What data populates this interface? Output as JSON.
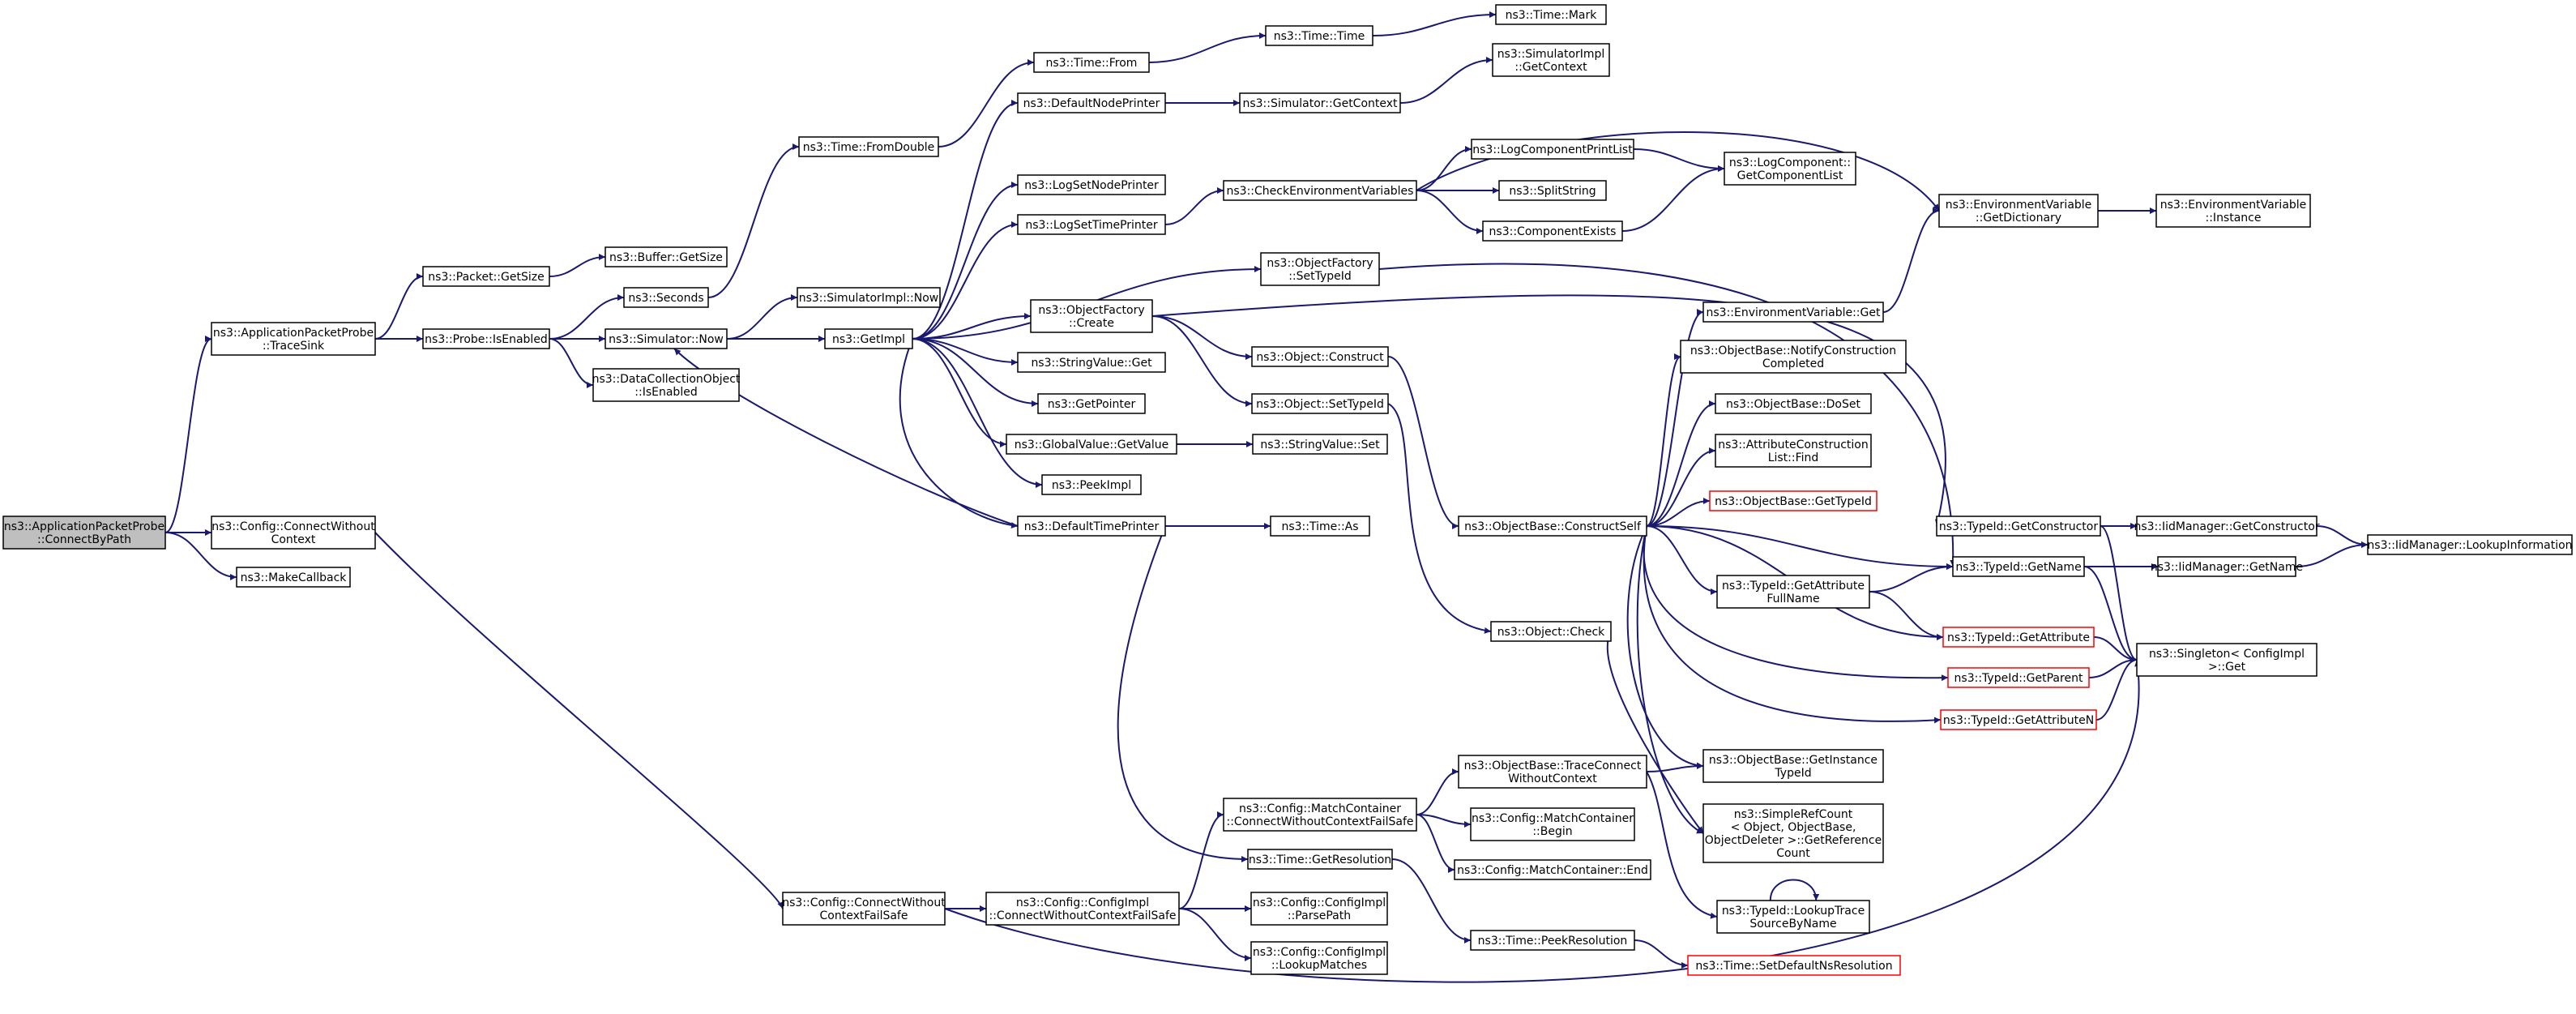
{
  "colors": {
    "edge": "#191970",
    "root_fill": "#bfbfbf",
    "truncated_border": "#ff0000"
  },
  "nodes": [
    {
      "id": "n0",
      "lines": [
        "ns3::ApplicationPacketProbe",
        "::ConnectByPath"
      ],
      "root": true
    },
    {
      "id": "n1",
      "lines": [
        "ns3::ApplicationPacketProbe",
        "::TraceSink"
      ]
    },
    {
      "id": "n2",
      "lines": [
        "ns3::Config::ConnectWithout",
        "Context"
      ]
    },
    {
      "id": "n3",
      "lines": [
        "ns3::MakeCallback"
      ]
    },
    {
      "id": "n4",
      "lines": [
        "ns3::Packet::GetSize"
      ]
    },
    {
      "id": "n5",
      "lines": [
        "ns3::Probe::IsEnabled"
      ]
    },
    {
      "id": "n6",
      "lines": [
        "ns3::Buffer::GetSize"
      ]
    },
    {
      "id": "n7",
      "lines": [
        "ns3::Seconds"
      ]
    },
    {
      "id": "n8",
      "lines": [
        "ns3::Simulator::Now"
      ]
    },
    {
      "id": "n9",
      "lines": [
        "ns3::DataCollectionObject",
        "::IsEnabled"
      ]
    },
    {
      "id": "n10",
      "lines": [
        "ns3::Time::FromDouble"
      ]
    },
    {
      "id": "n11",
      "lines": [
        "ns3::SimulatorImpl::Now"
      ]
    },
    {
      "id": "n12",
      "lines": [
        "ns3::GetImpl"
      ]
    },
    {
      "id": "n13",
      "lines": [
        "ns3::Time::From"
      ]
    },
    {
      "id": "n14",
      "lines": [
        "ns3::DefaultNodePrinter"
      ]
    },
    {
      "id": "n15",
      "lines": [
        "ns3::LogSetNodePrinter"
      ]
    },
    {
      "id": "n16",
      "lines": [
        "ns3::LogSetTimePrinter"
      ]
    },
    {
      "id": "n17",
      "lines": [
        "ns3::ObjectFactory",
        "::Create"
      ]
    },
    {
      "id": "n18",
      "lines": [
        "ns3::StringValue::Get"
      ]
    },
    {
      "id": "n19",
      "lines": [
        "ns3::GetPointer"
      ]
    },
    {
      "id": "n20",
      "lines": [
        "ns3::GlobalValue::GetValue"
      ]
    },
    {
      "id": "n21",
      "lines": [
        "ns3::PeekImpl"
      ]
    },
    {
      "id": "n22",
      "lines": [
        "ns3::DefaultTimePrinter"
      ]
    },
    {
      "id": "n23",
      "lines": [
        "ns3::Time::Time"
      ]
    },
    {
      "id": "n24",
      "lines": [
        "ns3::Time::Mark"
      ]
    },
    {
      "id": "n25",
      "lines": [
        "ns3::Simulator::GetContext"
      ]
    },
    {
      "id": "n26",
      "lines": [
        "ns3::SimulatorImpl",
        "::GetContext"
      ]
    },
    {
      "id": "n27",
      "lines": [
        "ns3::CheckEnvironmentVariables"
      ]
    },
    {
      "id": "n28",
      "lines": [
        "ns3::ObjectFactory",
        "::SetTypeId"
      ]
    },
    {
      "id": "n29",
      "lines": [
        "ns3::Object::Construct"
      ]
    },
    {
      "id": "n30",
      "lines": [
        "ns3::Object::SetTypeId"
      ]
    },
    {
      "id": "n31",
      "lines": [
        "ns3::StringValue::Set"
      ]
    },
    {
      "id": "n32",
      "lines": [
        "ns3::Time::As"
      ]
    },
    {
      "id": "n33",
      "lines": [
        "ns3::LogComponentPrintList"
      ]
    },
    {
      "id": "n34",
      "lines": [
        "ns3::SplitString"
      ]
    },
    {
      "id": "n35",
      "lines": [
        "ns3::ComponentExists"
      ]
    },
    {
      "id": "n36",
      "lines": [
        "ns3::LogComponent::",
        "GetComponentList"
      ]
    },
    {
      "id": "n37",
      "lines": [
        "ns3::EnvironmentVariable",
        "::GetDictionary"
      ]
    },
    {
      "id": "n38",
      "lines": [
        "ns3::EnvironmentVariable",
        "::Instance"
      ]
    },
    {
      "id": "n39",
      "lines": [
        "ns3::EnvironmentVariable::Get"
      ]
    },
    {
      "id": "n40",
      "lines": [
        "ns3::ObjectBase::NotifyConstruction",
        "Completed"
      ]
    },
    {
      "id": "n41",
      "lines": [
        "ns3::ObjectBase::DoSet"
      ]
    },
    {
      "id": "n42",
      "lines": [
        "ns3::AttributeConstruction",
        "List::Find"
      ]
    },
    {
      "id": "n43",
      "lines": [
        "ns3::ObjectBase::GetTypeId"
      ],
      "truncated": true
    },
    {
      "id": "n44",
      "lines": [
        "ns3::ObjectBase::ConstructSelf"
      ]
    },
    {
      "id": "n45",
      "lines": [
        "ns3::TypeId::GetConstructor"
      ]
    },
    {
      "id": "n46",
      "lines": [
        "ns3::IidManager::GetConstructor"
      ]
    },
    {
      "id": "n47",
      "lines": [
        "ns3::IidManager::LookupInformation"
      ]
    },
    {
      "id": "n48",
      "lines": [
        "ns3::TypeId::GetName"
      ]
    },
    {
      "id": "n49",
      "lines": [
        "ns3::IidManager::GetName"
      ]
    },
    {
      "id": "n50",
      "lines": [
        "ns3::TypeId::GetAttribute",
        "FullName"
      ]
    },
    {
      "id": "n51",
      "lines": [
        "ns3::TypeId::GetAttribute"
      ],
      "truncated": true
    },
    {
      "id": "n52",
      "lines": [
        "ns3::Singleton< ConfigImpl",
        ">::Get"
      ]
    },
    {
      "id": "n53",
      "lines": [
        "ns3::TypeId::GetParent"
      ],
      "truncated": true
    },
    {
      "id": "n54",
      "lines": [
        "ns3::TypeId::GetAttributeN"
      ],
      "truncated": true
    },
    {
      "id": "n55",
      "lines": [
        "ns3::Object::Check"
      ]
    },
    {
      "id": "n56",
      "lines": [
        "ns3::ObjectBase::GetInstance",
        "TypeId"
      ]
    },
    {
      "id": "n57",
      "lines": [
        "ns3::SimpleRefCount",
        "< Object, ObjectBase,",
        "ObjectDeleter >::GetReference",
        "Count"
      ]
    },
    {
      "id": "n58",
      "lines": [
        "ns3::ObjectBase::TraceConnect",
        "WithoutContext"
      ]
    },
    {
      "id": "n59",
      "lines": [
        "ns3::Config::MatchContainer",
        "::ConnectWithoutContextFailSafe"
      ]
    },
    {
      "id": "n60",
      "lines": [
        "ns3::Config::MatchContainer",
        "::Begin"
      ]
    },
    {
      "id": "n61",
      "lines": [
        "ns3::Config::MatchContainer::End"
      ]
    },
    {
      "id": "n62",
      "lines": [
        "ns3::Time::GetResolution"
      ]
    },
    {
      "id": "n63",
      "lines": [
        "ns3::Config::ConnectWithout",
        "ContextFailSafe"
      ]
    },
    {
      "id": "n64",
      "lines": [
        "ns3::Config::ConfigImpl",
        "::ConnectWithoutContextFailSafe"
      ]
    },
    {
      "id": "n65",
      "lines": [
        "ns3::Config::ConfigImpl",
        "::ParsePath"
      ]
    },
    {
      "id": "n66",
      "lines": [
        "ns3::Config::ConfigImpl",
        "::LookupMatches"
      ]
    },
    {
      "id": "n67",
      "lines": [
        "ns3::TypeId::LookupTrace",
        "SourceByName"
      ]
    },
    {
      "id": "n68",
      "lines": [
        "ns3::Time::PeekResolution"
      ]
    },
    {
      "id": "n69",
      "lines": [
        "ns3::Time::SetDefaultNsResolution"
      ],
      "truncated": true
    }
  ],
  "edges": [
    [
      "n0",
      "n1"
    ],
    [
      "n0",
      "n2"
    ],
    [
      "n0",
      "n3"
    ],
    [
      "n1",
      "n4"
    ],
    [
      "n1",
      "n5"
    ],
    [
      "n4",
      "n6"
    ],
    [
      "n5",
      "n7"
    ],
    [
      "n5",
      "n8"
    ],
    [
      "n5",
      "n9"
    ],
    [
      "n7",
      "n10"
    ],
    [
      "n10",
      "n13"
    ],
    [
      "n13",
      "n23"
    ],
    [
      "n23",
      "n24"
    ],
    [
      "n8",
      "n11"
    ],
    [
      "n8",
      "n12"
    ],
    [
      "n12",
      "n14"
    ],
    [
      "n12",
      "n15"
    ],
    [
      "n12",
      "n16"
    ],
    [
      "n12",
      "n28"
    ],
    [
      "n12",
      "n17"
    ],
    [
      "n12",
      "n18"
    ],
    [
      "n12",
      "n19"
    ],
    [
      "n12",
      "n20"
    ],
    [
      "n12",
      "n21"
    ],
    [
      "n12",
      "n22"
    ],
    [
      "n14",
      "n25"
    ],
    [
      "n25",
      "n26"
    ],
    [
      "n16",
      "n27"
    ],
    [
      "n27",
      "n33"
    ],
    [
      "n27",
      "n34"
    ],
    [
      "n27",
      "n35"
    ],
    [
      "n27",
      "n37"
    ],
    [
      "n33",
      "n36"
    ],
    [
      "n35",
      "n36"
    ],
    [
      "n37",
      "n38"
    ],
    [
      "n28",
      "n48"
    ],
    [
      "n17",
      "n29"
    ],
    [
      "n17",
      "n30"
    ],
    [
      "n17",
      "n45"
    ],
    [
      "n29",
      "n44"
    ],
    [
      "n30",
      "n55"
    ],
    [
      "n20",
      "n31"
    ],
    [
      "n22",
      "n8"
    ],
    [
      "n22",
      "n32"
    ],
    [
      "n22",
      "n62"
    ],
    [
      "n44",
      "n39"
    ],
    [
      "n44",
      "n40"
    ],
    [
      "n44",
      "n41"
    ],
    [
      "n44",
      "n42"
    ],
    [
      "n44",
      "n43"
    ],
    [
      "n44",
      "n48"
    ],
    [
      "n44",
      "n50"
    ],
    [
      "n44",
      "n51"
    ],
    [
      "n44",
      "n53"
    ],
    [
      "n44",
      "n54"
    ],
    [
      "n44",
      "n56"
    ],
    [
      "n44",
      "n57"
    ],
    [
      "n39",
      "n37"
    ],
    [
      "n45",
      "n46"
    ],
    [
      "n45",
      "n52"
    ],
    [
      "n46",
      "n47"
    ],
    [
      "n48",
      "n49"
    ],
    [
      "n48",
      "n52"
    ],
    [
      "n49",
      "n47"
    ],
    [
      "n50",
      "n48"
    ],
    [
      "n50",
      "n51"
    ],
    [
      "n51",
      "n52"
    ],
    [
      "n53",
      "n52"
    ],
    [
      "n54",
      "n52"
    ],
    [
      "n55",
      "n57"
    ],
    [
      "n2",
      "n63"
    ],
    [
      "n63",
      "n64"
    ],
    [
      "n63",
      "n52"
    ],
    [
      "n64",
      "n59"
    ],
    [
      "n64",
      "n65"
    ],
    [
      "n64",
      "n66"
    ],
    [
      "n59",
      "n58"
    ],
    [
      "n59",
      "n60"
    ],
    [
      "n59",
      "n61"
    ],
    [
      "n58",
      "n56"
    ],
    [
      "n58",
      "n67"
    ],
    [
      "n67",
      "n67"
    ],
    [
      "n62",
      "n68"
    ],
    [
      "n68",
      "n69"
    ]
  ]
}
